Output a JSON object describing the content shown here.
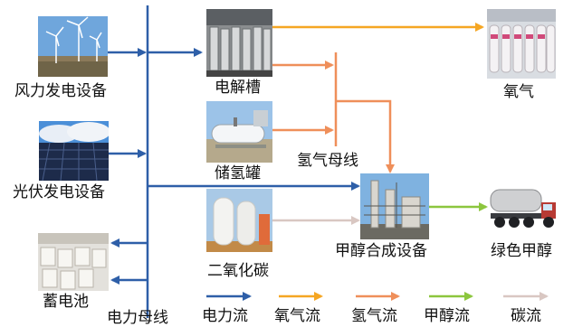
{
  "nodes": {
    "wind": {
      "label": "风力发电设备"
    },
    "pv": {
      "label": "光伏发电设备"
    },
    "battery": {
      "label": "蓄电池"
    },
    "electrolyzer": {
      "label": "电解槽"
    },
    "h2_tank": {
      "label": "储氢罐"
    },
    "co2": {
      "label": "二氧化碳"
    },
    "oxygen": {
      "label": "氧气"
    },
    "methanol_plant": {
      "label": "甲醇合成设备"
    },
    "green_methanol": {
      "label": "绿色甲醇"
    }
  },
  "buses": {
    "power_bus": "电力母线",
    "hydrogen_bus": "氢气母线"
  },
  "legend": [
    {
      "label": "电力流",
      "color": "#2e5fa8"
    },
    {
      "label": "氧气流",
      "color": "#f5a623"
    },
    {
      "label": "氢气流",
      "color": "#ef8f5a"
    },
    {
      "label": "甲醇流",
      "color": "#8cc63e"
    },
    {
      "label": "碳流",
      "color": "#d9c7c2"
    }
  ],
  "colors": {
    "power": "#2e5fa8",
    "oxygen": "#f5a623",
    "hydrogen": "#ef8f5a",
    "methanol": "#8cc63e",
    "carbon": "#d9c7c2"
  }
}
